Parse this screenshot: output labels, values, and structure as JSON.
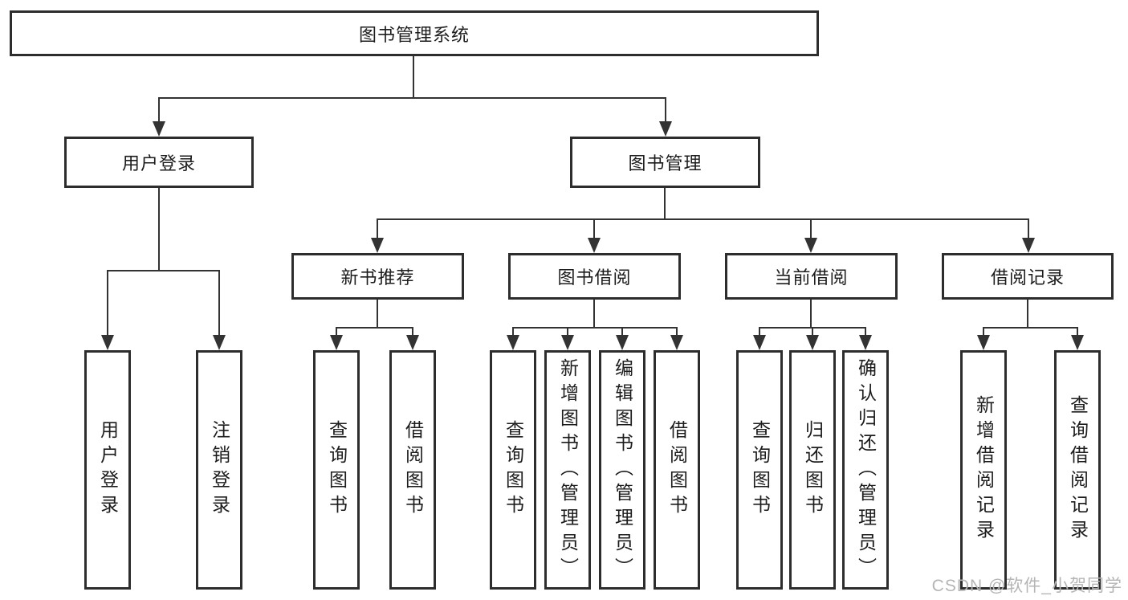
{
  "tree": {
    "label": "图书管理系统",
    "children": [
      {
        "label": "用户登录",
        "children": [
          {
            "label": "用户登录"
          },
          {
            "label": "注销登录"
          }
        ]
      },
      {
        "label": "图书管理",
        "children": [
          {
            "label": "新书推荐",
            "children": [
              {
                "label": "查询图书"
              },
              {
                "label": "借阅图书"
              }
            ]
          },
          {
            "label": "图书借阅",
            "children": [
              {
                "label": "查询图书"
              },
              {
                "label": "新增图书（管理员）"
              },
              {
                "label": "编辑图书（管理员）"
              },
              {
                "label": "借阅图书"
              }
            ]
          },
          {
            "label": "当前借阅",
            "children": [
              {
                "label": "查询图书"
              },
              {
                "label": "归还图书"
              },
              {
                "label": "确认归还（管理员）"
              }
            ]
          },
          {
            "label": "借阅记录",
            "children": [
              {
                "label": "新增借阅记录"
              },
              {
                "label": "查询借阅记录"
              }
            ]
          }
        ]
      }
    ]
  },
  "watermark": "CSDN @软件_小贺同学",
  "colors": {
    "line": "#333333",
    "border": "#2d2d2d",
    "text": "#1c1c1c",
    "watermark": "#b5b5b5",
    "background": "#ffffff"
  }
}
